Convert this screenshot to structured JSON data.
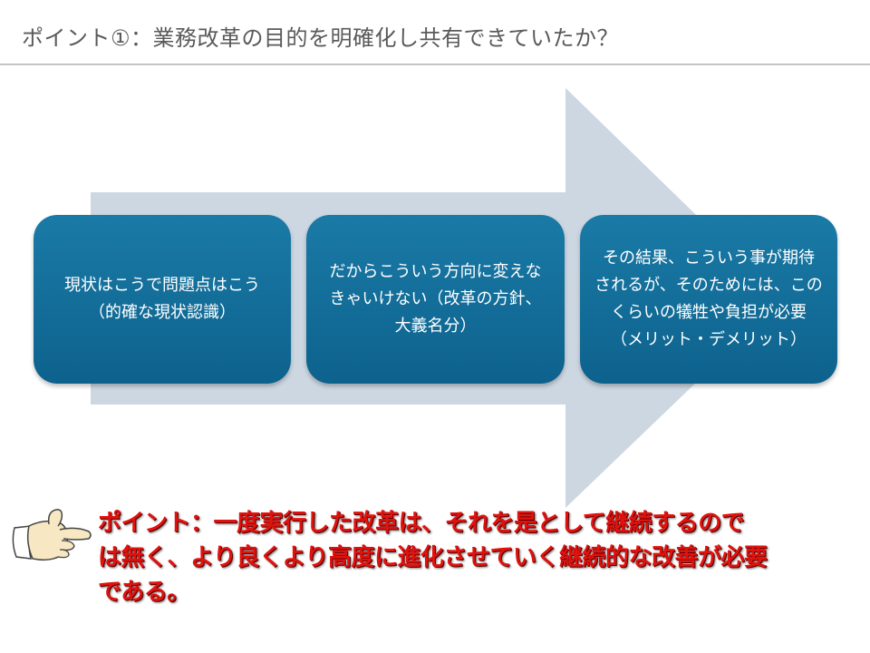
{
  "slide": {
    "title": "ポイント①：業務改革の目的を明確化し共有できていたか？"
  },
  "steps": [
    {
      "text": "現状はこうで問題点はこう\n（的確な現状認識）"
    },
    {
      "text": "だからこういう方向に変えな\nきゃいけない（改革の方針、\n大義名分）"
    },
    {
      "text": "その結果、こういう事が期待\nされるが、そのためには、この\nくらいの犠牲や負担が必要\n（メリット・デメリット）"
    }
  ],
  "point": {
    "text": "ポイント：一度実行した改革は、それを是として継続するので\nは無く、より良くより高度に進化させていく継続的な改善が必要\nである。",
    "icon": "pointing-hand-icon"
  },
  "colors": {
    "arrow": "#cdd7e2",
    "box": "#0f6a96",
    "point_text": "#e0120e"
  }
}
